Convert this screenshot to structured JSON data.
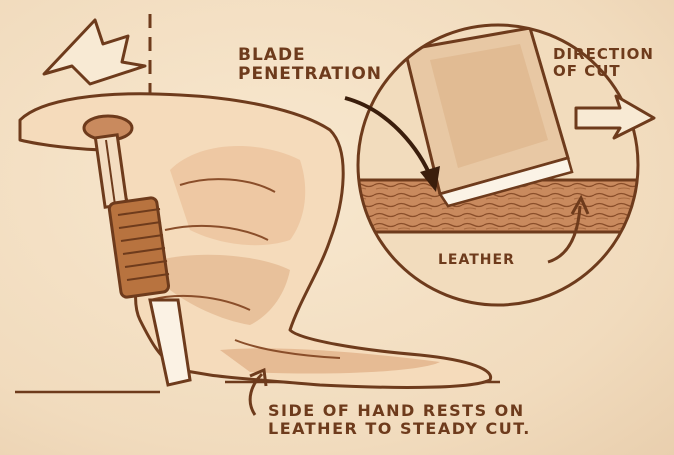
{
  "labels": {
    "blade_penetration": "BLADE\nPENETRATION",
    "direction_of_cut": "DIRECTION\nOF CUT",
    "leather": "LEATHER",
    "hand_note": "SIDE OF HAND RESTS ON\nLEATHER TO STEADY CUT."
  },
  "colors": {
    "background": "#f3dfc3",
    "ink": "#6e3b1c",
    "sepia_shading": "#c98a5e",
    "skin": "#f4d8b6"
  },
  "icons": [
    "arrow-up-left-icon",
    "arrow-right-icon"
  ]
}
